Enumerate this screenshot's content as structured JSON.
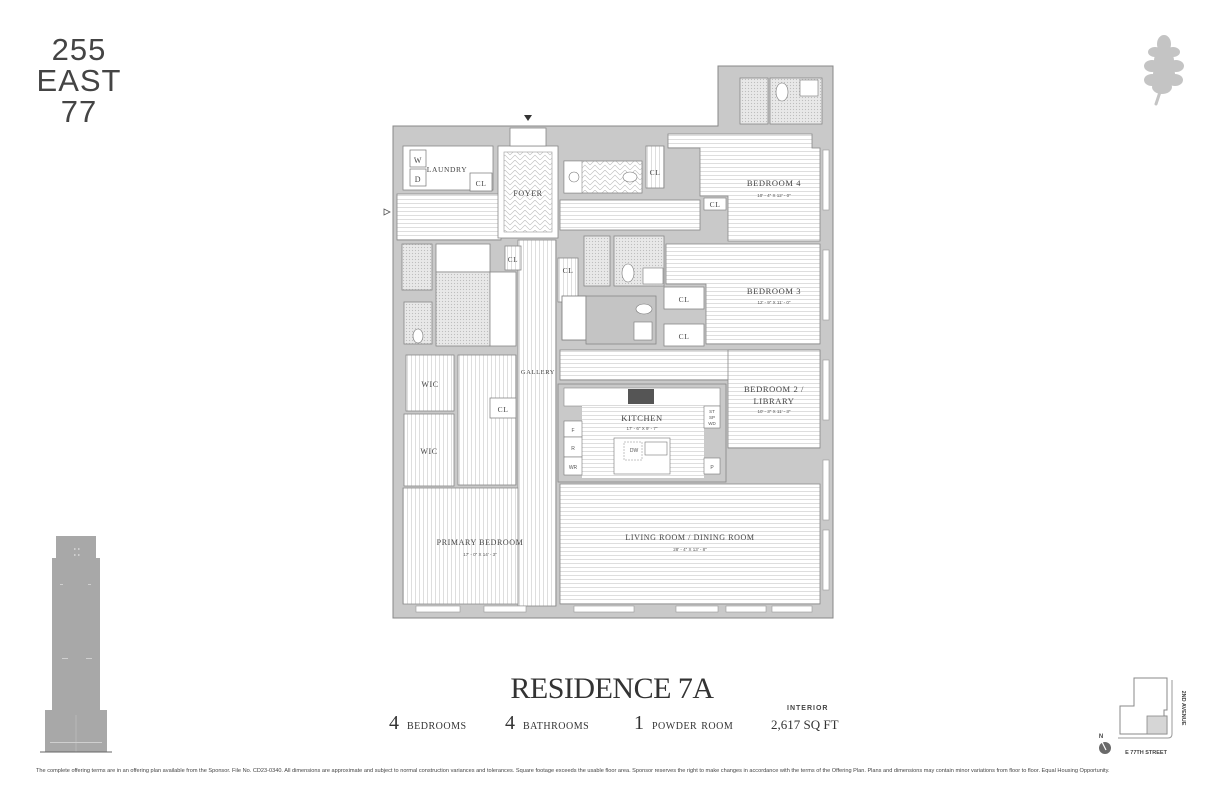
{
  "brand": {
    "logo_lines": [
      "255",
      "EAST",
      "77"
    ],
    "leaf_icon": "oak-leaf-icon"
  },
  "listing": {
    "title": "RESIDENCE 7A",
    "stats": [
      {
        "num": "4",
        "label": "BEDROOMS"
      },
      {
        "num": "4",
        "label": "BATHROOMS"
      },
      {
        "num": "1",
        "label": "POWDER ROOM"
      }
    ],
    "interior_label": "INTERIOR",
    "sqft": "2,617 SQ FT"
  },
  "floorplan": {
    "rooms": [
      {
        "name": "LAUNDRY"
      },
      {
        "name": "W"
      },
      {
        "name": "D"
      },
      {
        "name": "FOYER"
      },
      {
        "name": "GALLERY"
      },
      {
        "name": "BEDROOM 4",
        "dims": "10' - 4\" X 12' - 0\""
      },
      {
        "name": "BEDROOM 3",
        "dims": "12' - 9\" X 11' - 0\""
      },
      {
        "name": "BEDROOM 2 /",
        "name2": "LIBRARY",
        "dims": "10' - 3\" X 11' - 3\""
      },
      {
        "name": "KITCHEN",
        "dims": "17' - 6\" X 9' - 7\""
      },
      {
        "name": "PRIMARY BEDROOM",
        "dims": "17' - 0\" X 14' - 3\""
      },
      {
        "name": "LIVING ROOM / DINING ROOM",
        "dims": "28' - 4\" X 13' - 8\""
      },
      {
        "name": "WIC"
      },
      {
        "name": "WIC"
      }
    ],
    "closet_label": "CL",
    "appliances": {
      "fridge": "F",
      "range": "R",
      "wine": "WR",
      "dishwasher": "DW",
      "pantry": "P",
      "stack": [
        "ST",
        "SP",
        "WD"
      ]
    }
  },
  "keyplan": {
    "north": "N",
    "street_bottom": "E 77TH STREET",
    "street_right": "2ND AVENUE"
  },
  "disclaimer": "The complete offering terms are in an offering plan available from the Sponsor. File No. CD23-0340. All dimensions are approximate and subject to normal construction variances and tolerances. Square footage exceeds the usable floor area. Sponsor reserves the right to make changes in accordance with the terms of the Offering Plan. Plans and dimensions may contain minor variations from floor to floor. Equal Housing Opportunity."
}
